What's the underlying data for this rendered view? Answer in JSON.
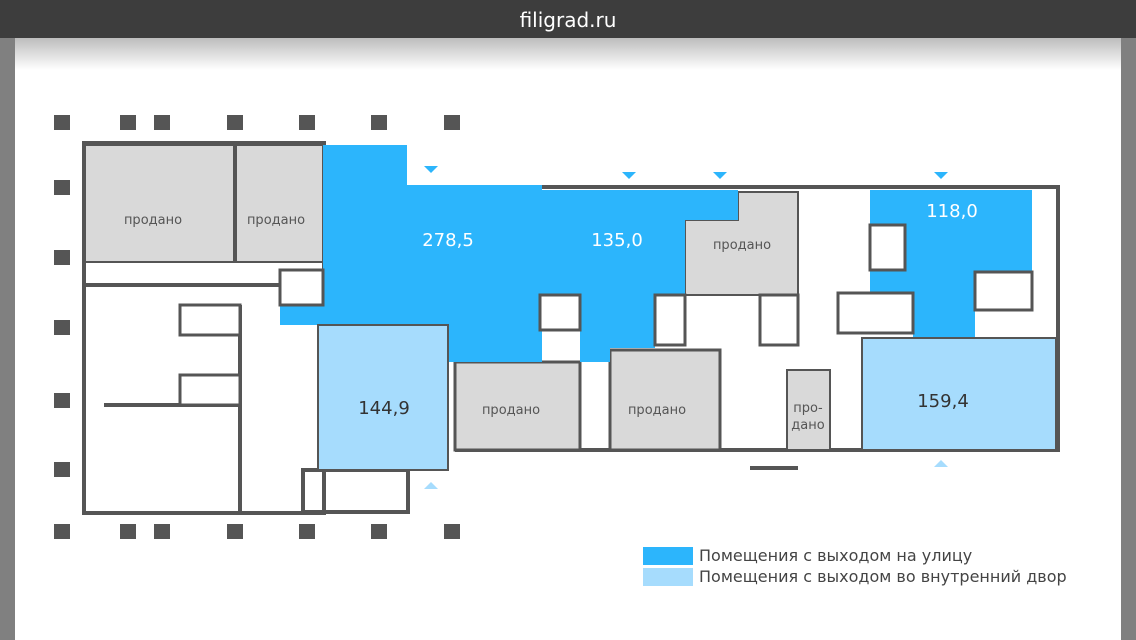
{
  "browser": {
    "title": "filigrad.ru"
  },
  "colors": {
    "street": "#2cb5fc",
    "courtyard": "#a6dcfd",
    "sold": "#d9d9d9",
    "wall": "#555555"
  },
  "plan": {
    "sold_label": "продано",
    "sold_split": [
      "про-",
      "дано"
    ],
    "units": [
      {
        "area": "278,5",
        "type": "street"
      },
      {
        "area": "135,0",
        "type": "street"
      },
      {
        "area": "118,0",
        "type": "street"
      },
      {
        "area": "144,9",
        "type": "courtyard"
      },
      {
        "area": "159,4",
        "type": "courtyard"
      }
    ]
  },
  "legend": [
    {
      "label": "Помещения с выходом на улицу",
      "color": "#2cb5fc"
    },
    {
      "label": "Помещения с выходом во внутренний двор",
      "color": "#a6dcfd"
    }
  ]
}
